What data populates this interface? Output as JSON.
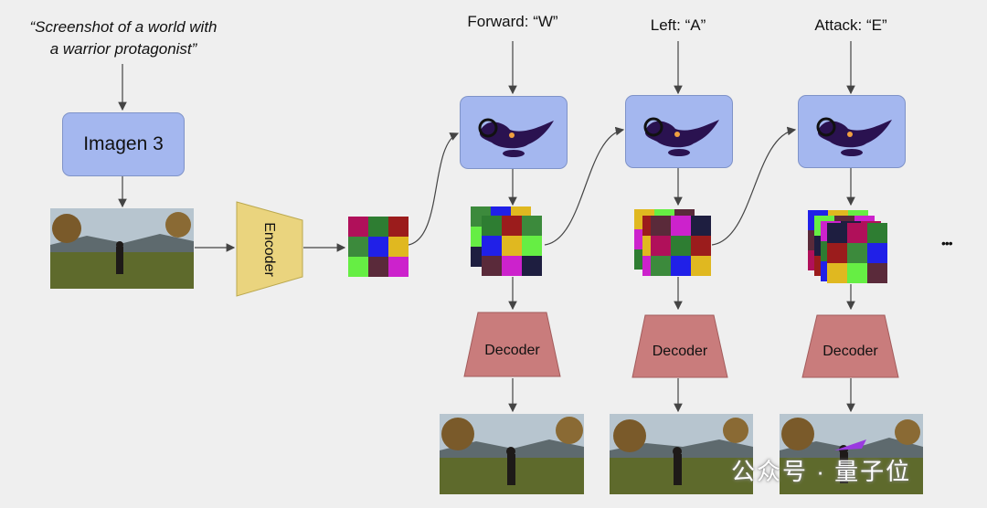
{
  "prompt": {
    "line1": "“Screenshot of a world with",
    "line2": "a warrior protagonist”"
  },
  "imagen_label": "Imagen 3",
  "encoder_label": "Encoder",
  "decoder_label": "Decoder",
  "actions": [
    {
      "label": "Forward: “W”"
    },
    {
      "label": "Left: “A”"
    },
    {
      "label": "Attack: “E”"
    }
  ],
  "ellipsis": "•••",
  "watermark": "公众号 · 量子位",
  "colors": {
    "background": "#efefef",
    "model_box": "#a4b7ef",
    "encoder": "#ead47e",
    "decoder": "#c97c7c",
    "latent_palette": [
      "#b0105a",
      "#2e7d32",
      "#9b1c1c",
      "#3c8a3c",
      "#2020e8",
      "#e0b820",
      "#66ee44",
      "#5a2a3a",
      "#cc22cc",
      "#1e1e40"
    ]
  },
  "icons": [
    "genie-lamp-icon",
    "game-frame-image"
  ]
}
